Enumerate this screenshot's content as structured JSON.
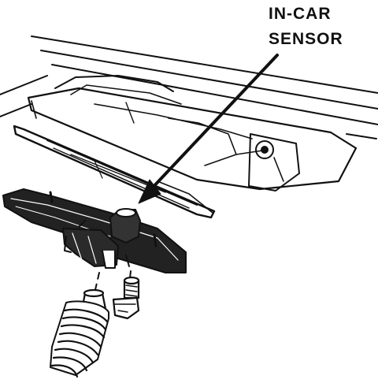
{
  "callout": {
    "line1": "IN-CAR",
    "line2": "SENSOR"
  },
  "colors": {
    "ink": "#111111",
    "background": "#ffffff"
  },
  "parts": [
    "dashboard-panel",
    "in-car-sensor-bracket",
    "aspirator-hose",
    "mounting-screw",
    "callout-arrow"
  ]
}
